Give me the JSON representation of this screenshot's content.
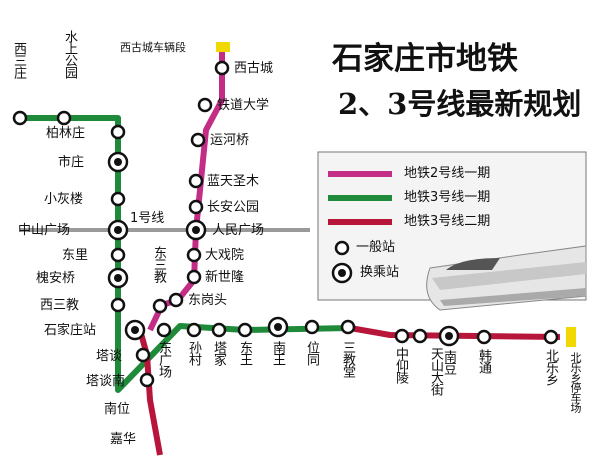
{
  "title": {
    "line1": "石家庄市地铁",
    "line2": "2、3号线最新规划"
  },
  "legend": {
    "line2_phase1": {
      "label": "地铁2号线一期",
      "color": "#c42d86"
    },
    "line3_phase1": {
      "label": "地铁3号线一期",
      "color": "#1f8a3a"
    },
    "line3_phase2": {
      "label": "地铁3号线二期",
      "color": "#b8153b"
    },
    "normal_station": "一般站",
    "transfer_station": "换乘站"
  },
  "line1_label": "1号线",
  "depots": {
    "north": "西古城车辆段",
    "south": "北乐乡停车场"
  },
  "line2_stations": [
    "西古城",
    "铁道大学",
    "运河桥",
    "蓝天圣木",
    "长安公园",
    "人民广场",
    "大戏院",
    "新世隆",
    "东岗头",
    "东三教"
  ],
  "line3_northwest": [
    "西三庄",
    "水上公园",
    "柏林庄",
    "市庄",
    "小灰楼",
    "中山广场",
    "东里",
    "槐安桥",
    "西三教",
    "石家庄站"
  ],
  "line3_south": [
    "塔谈",
    "塔谈南",
    "南位",
    "嘉华"
  ],
  "line3_east": [
    "东广场",
    "孙村",
    "塔冢",
    "东王",
    "南王",
    "位同",
    "三教堂"
  ],
  "line3_phase2_stations": [
    "中仰陵",
    "天山大街",
    "南豆",
    "韩通",
    "北乐乡"
  ]
}
